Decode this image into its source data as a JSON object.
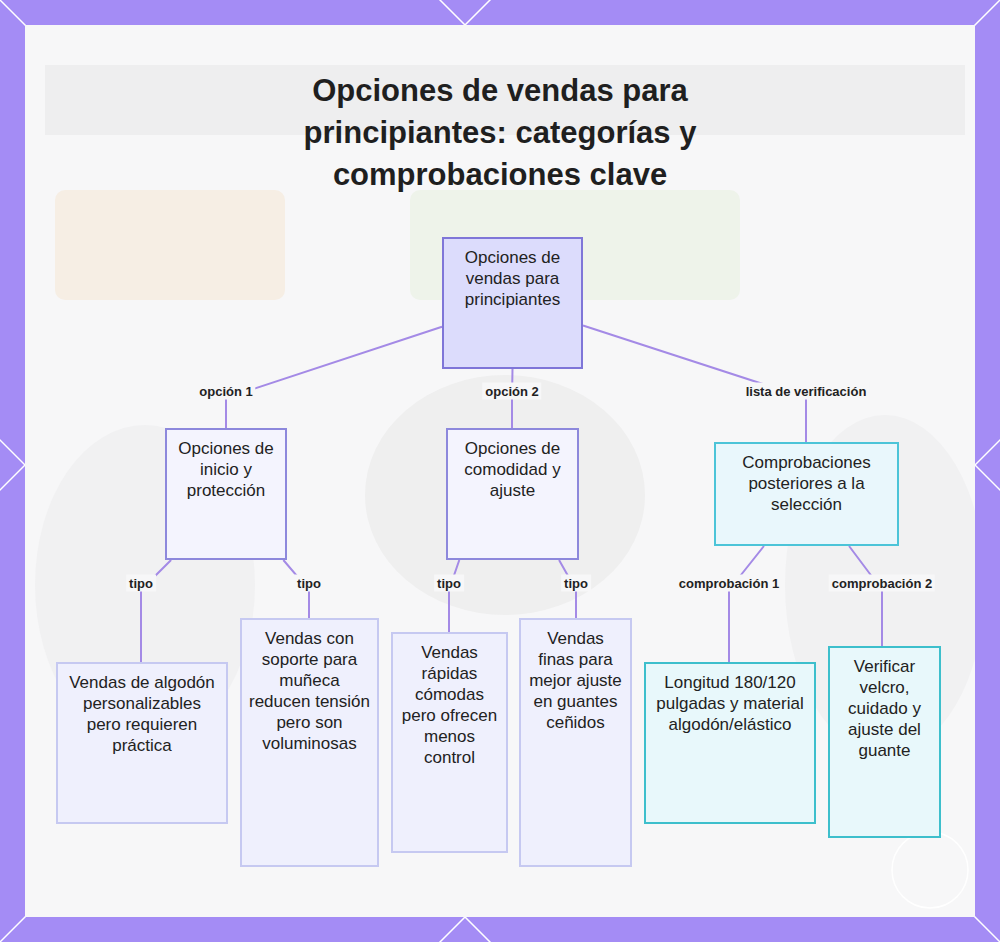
{
  "diagram": {
    "title": "Opciones de vendas para principiantes: categorías y comprobaciones clave",
    "nodes": [
      {
        "text": [
          "Opciones de vendas para principiantes"
        ]
      },
      {
        "text": [
          "Opciones de inicio y protección"
        ]
      },
      {
        "text": [
          "Opciones de comodidad y ajuste"
        ]
      },
      {
        "text": [
          "Comprobaciones posteriores a la selección"
        ]
      },
      {
        "text": [
          "Vendas de algodón personalizables pero requieren práctica"
        ]
      },
      {
        "text": [
          "Vendas con soporte para muñeca reducen tensión pero son voluminosas"
        ]
      },
      {
        "text": [
          "Vendas rápidas cómodas pero ofrecen menos control"
        ]
      },
      {
        "text": [
          "Vendas finas para mejor ajuste en guantes ceñidos"
        ]
      },
      {
        "text": [
          "Longitud 180/120 pulgadas y material algodón/elástico"
        ]
      },
      {
        "text": [
          "Verificar velcro, cuidado y ajuste del guante"
        ]
      }
    ],
    "edges": [
      {
        "from": 0,
        "to": 1,
        "arrow": "none",
        "label": "opción 1"
      },
      {
        "from": 0,
        "to": 2,
        "arrow": "none",
        "label": "opción 2"
      },
      {
        "from": 0,
        "to": 3,
        "arrow": "none",
        "label": "lista de verificación"
      },
      {
        "from": 1,
        "to": 4,
        "arrow": "none",
        "label": "tipo"
      },
      {
        "from": 1,
        "to": 5,
        "arrow": "none",
        "label": "tipo"
      },
      {
        "from": 2,
        "to": 6,
        "arrow": "none",
        "label": "tipo"
      },
      {
        "from": 2,
        "to": 7,
        "arrow": "none",
        "label": "tipo"
      },
      {
        "from": 3,
        "to": 8,
        "arrow": "none",
        "label": "comprobación 1"
      },
      {
        "from": 3,
        "to": 9,
        "arrow": "none",
        "label": "comprobación 2"
      }
    ]
  }
}
